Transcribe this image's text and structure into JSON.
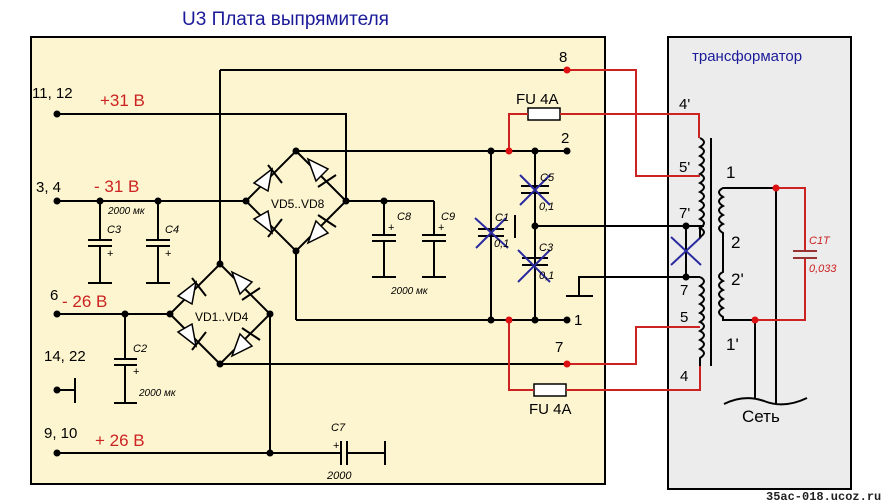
{
  "title": "U3 Плата выпрямителя",
  "transformer_title": "трансформатор",
  "watermark": "35ac-018.ucoz.ru",
  "colors": {
    "board_bg": "#fdf5cf",
    "transformer_bg": "#ececec",
    "title_color": "#1a1a99",
    "voltage_color": "#cc2222",
    "red_wire": "#cc2222",
    "removed_component": "#2a2aa0"
  },
  "board": {
    "pins": [
      {
        "id": "11, 12",
        "voltage": "+31 В"
      },
      {
        "id": "3, 4",
        "voltage": "- 31 В"
      },
      {
        "id": "6",
        "voltage": "- 26 В"
      },
      {
        "id": "14, 22",
        "voltage": ""
      },
      {
        "id": "9, 10",
        "voltage": "+ 26 В"
      }
    ],
    "right_pins": [
      "8",
      "2",
      "1",
      "7"
    ],
    "bridges": [
      "VD5..VD8",
      "VD1..VD4"
    ],
    "capacitors": {
      "c3": "C3",
      "c4": "C4",
      "c34_value": "2000 мк",
      "c2": "C2",
      "c2_value": "2000 мк",
      "c8": "C8",
      "c9": "C9",
      "c89_value": "2000 мк",
      "c7": "C7",
      "c7_value": "2000",
      "c5": "C5",
      "c5_value": "0,1",
      "c1": "C1",
      "c1_value": "0,1",
      "c3b": "C3",
      "c3b_value": "0,1"
    },
    "fuses": [
      "FU 4A",
      "FU 4A"
    ],
    "plus": "+"
  },
  "transformer": {
    "secondary_taps": [
      "4'",
      "5'",
      "7'",
      "7",
      "5",
      "4"
    ],
    "primary_taps": [
      "1",
      "2",
      "2'",
      "1'"
    ],
    "cap_label": "C1T",
    "cap_value": "0,033",
    "mains_label": "Сеть"
  }
}
